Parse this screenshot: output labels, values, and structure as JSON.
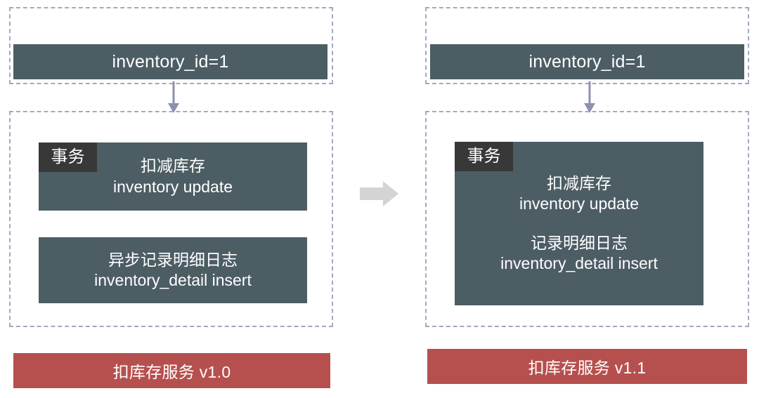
{
  "diagram": {
    "title": "inventory deduction service evolution",
    "colors": {
      "teal_block": "#4c5d64",
      "dark_tag": "#383838",
      "red_bar": "#b6504e",
      "dashed_border": "#a5a7c4",
      "arrow_fill": "#8f90ae",
      "transition_arrow": "#d4d4d4",
      "background": "#ffffff"
    },
    "panels": [
      {
        "key": "before",
        "id_banner": "inventory_id=1",
        "transaction_tag": "事务",
        "blocks": [
          {
            "key": "inventory-update",
            "in_transaction": true,
            "zh": "扣减库存",
            "en": "inventory update"
          },
          {
            "key": "inventory-detail-insert",
            "in_transaction": false,
            "zh": "异步记录明细日志",
            "en": "inventory_detail insert"
          }
        ],
        "footer": "扣库存服务 v1.0"
      },
      {
        "key": "after",
        "id_banner": "inventory_id=1",
        "transaction_tag": "事务",
        "blocks": [
          {
            "key": "inventory-update",
            "in_transaction": true,
            "zh": "扣减库存",
            "en": "inventory update"
          },
          {
            "key": "inventory-detail-insert",
            "in_transaction": true,
            "zh": "记录明细日志",
            "en": "inventory_detail insert"
          }
        ],
        "footer": "扣库存服务 v1.1"
      }
    ],
    "icons": {
      "down_arrow": "down-arrow-icon",
      "transition_arrow": "right-block-arrow-icon"
    }
  }
}
